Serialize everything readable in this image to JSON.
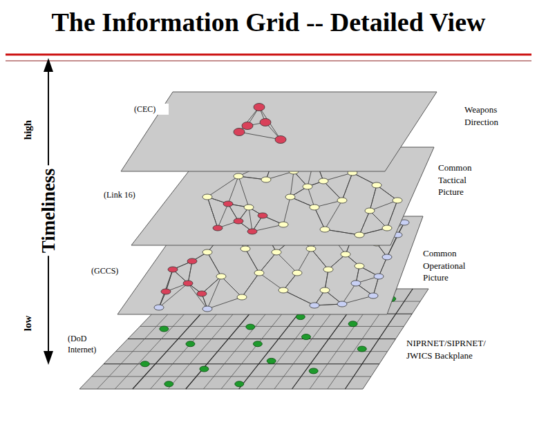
{
  "diagram": {
    "title": "The Information Grid -- Detailed View",
    "nodes": [
      {
        "text": [
          "(CEC)",
          "Weapons Direction"
        ]
      },
      {
        "text": [
          "(Link 16)",
          "Common Tactical Picture"
        ]
      },
      {
        "text": [
          "(GCCS)",
          "Common Operational Picture"
        ]
      },
      {
        "text": [
          "(DoD Internet)",
          "NIPRNET/SIPRNET/ JWICS Backplane"
        ]
      }
    ],
    "labels": [
      "high",
      "Timeliness",
      "low"
    ]
  }
}
